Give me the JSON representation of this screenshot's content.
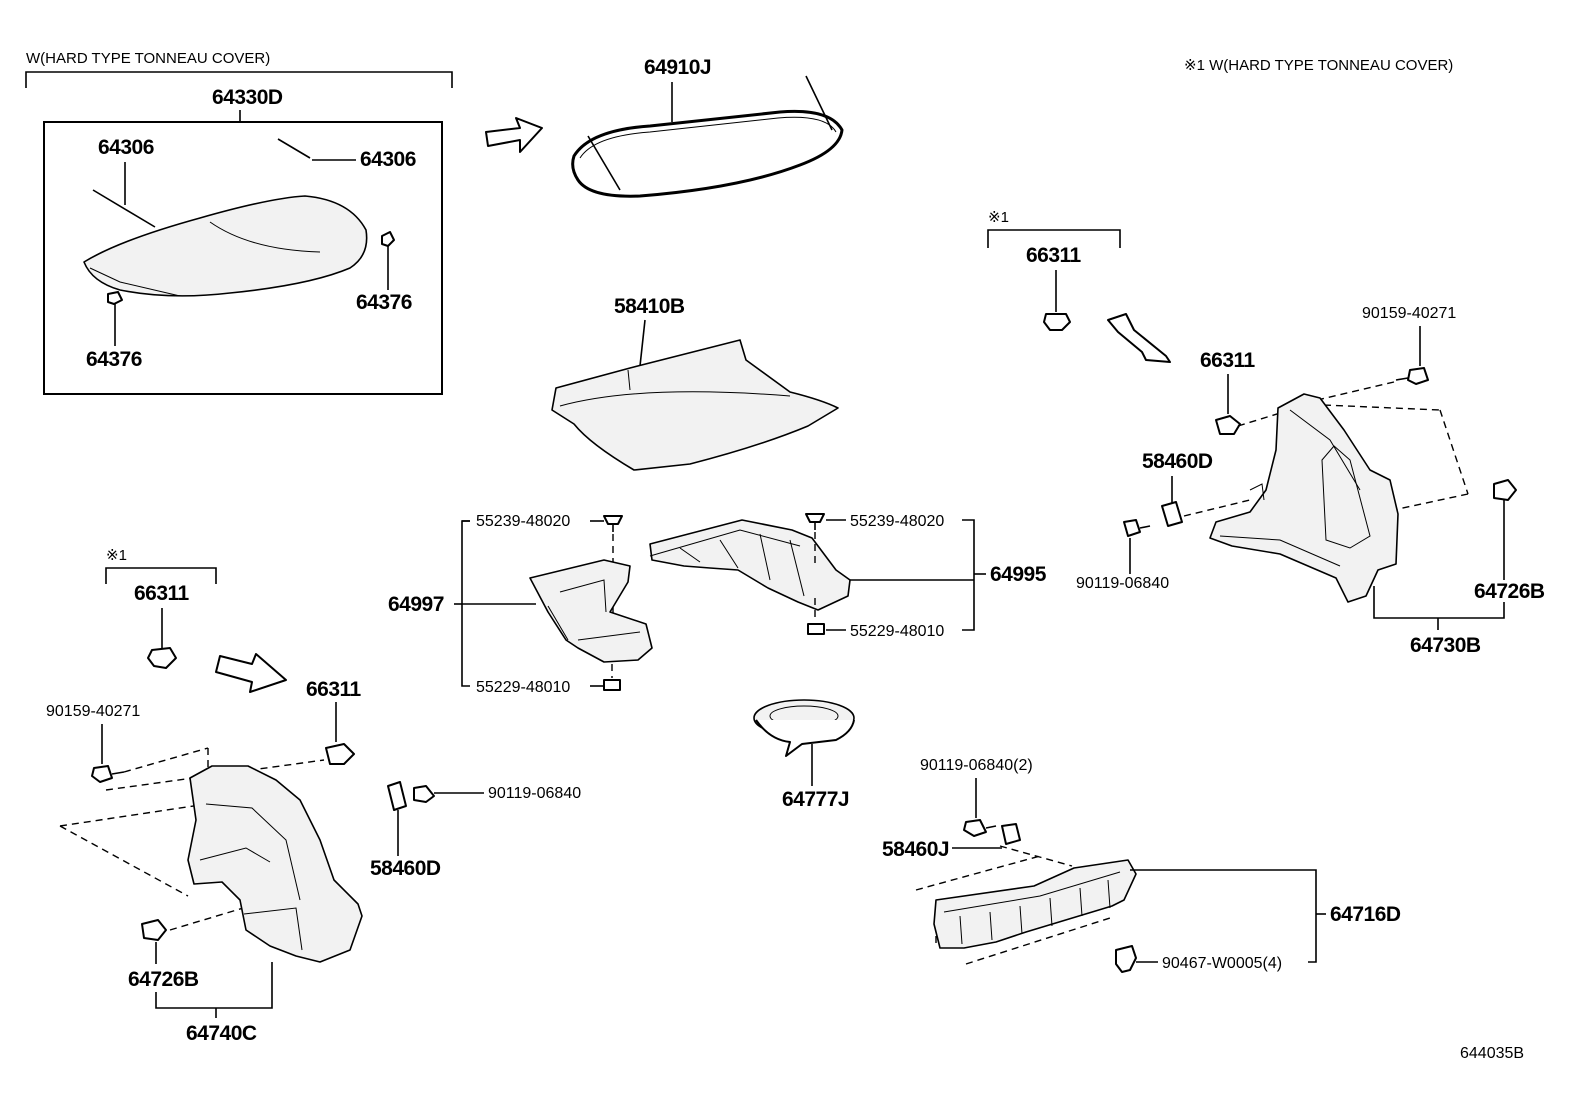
{
  "captions": {
    "hard_type_left": "W(HARD TYPE TONNEAU COVER)",
    "hard_type_right": "※1 W(HARD TYPE TONNEAU COVER)",
    "ref_mark_a": "※1",
    "ref_mark_b": "※1",
    "diagram_code": "644035B"
  },
  "callouts": {
    "c64330D": "64330D",
    "c64306a": "64306",
    "c64306b": "64306",
    "c64376a": "64376",
    "c64376b": "64376",
    "c64910J": "64910J",
    "c58410B": "58410B",
    "c55239a": "55239-48020",
    "c55239b": "55239-48020",
    "c55229a": "55229-48010",
    "c55229b": "55229-48010",
    "c64997": "64997",
    "c64995": "64995",
    "c66311a": "66311",
    "c66311b": "66311",
    "c66311c": "66311",
    "c66311d": "66311",
    "c90159a": "90159-40271",
    "c90159b": "90159-40271",
    "c58460Da": "58460D",
    "c58460Db": "58460D",
    "c90119a": "90119-06840",
    "c90119b": "90119-06840",
    "c90119c": "90119-06840(2)",
    "c64726Ba": "64726B",
    "c64726Bb": "64726B",
    "c64730B": "64730B",
    "c64740C": "64740C",
    "c64777J": "64777J",
    "c58460J": "58460J",
    "c64716D": "64716D",
    "c90467": "90467-W0005(4)"
  }
}
